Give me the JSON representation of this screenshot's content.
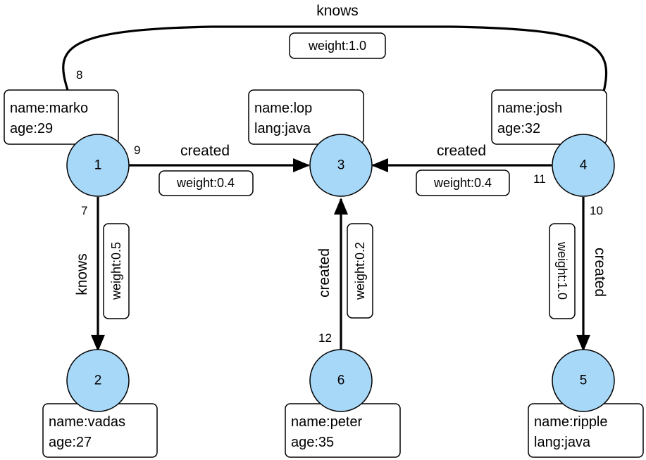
{
  "vertices": [
    {
      "id": "1",
      "props": [
        "name:marko",
        "age:29"
      ]
    },
    {
      "id": "2",
      "props": [
        "name:vadas",
        "age:27"
      ]
    },
    {
      "id": "3",
      "props": [
        "name:lop",
        "lang:java"
      ]
    },
    {
      "id": "4",
      "props": [
        "name:josh",
        "age:32"
      ]
    },
    {
      "id": "5",
      "props": [
        "name:ripple",
        "lang:java"
      ]
    },
    {
      "id": "6",
      "props": [
        "name:peter",
        "age:35"
      ]
    }
  ],
  "edges": [
    {
      "id": "7",
      "from": "1",
      "to": "2",
      "label": "knows",
      "weight": "weight:0.5"
    },
    {
      "id": "8",
      "from": "1",
      "to": "4",
      "label": "knows",
      "weight": "weight:1.0"
    },
    {
      "id": "9",
      "from": "1",
      "to": "3",
      "label": "created",
      "weight": "weight:0.4"
    },
    {
      "id": "10",
      "from": "4",
      "to": "5",
      "label": "created",
      "weight": "weight:1.0"
    },
    {
      "id": "11",
      "from": "4",
      "to": "3",
      "label": "created",
      "weight": "weight:0.4"
    },
    {
      "id": "12",
      "from": "6",
      "to": "3",
      "label": "created",
      "weight": "weight:0.2"
    }
  ]
}
